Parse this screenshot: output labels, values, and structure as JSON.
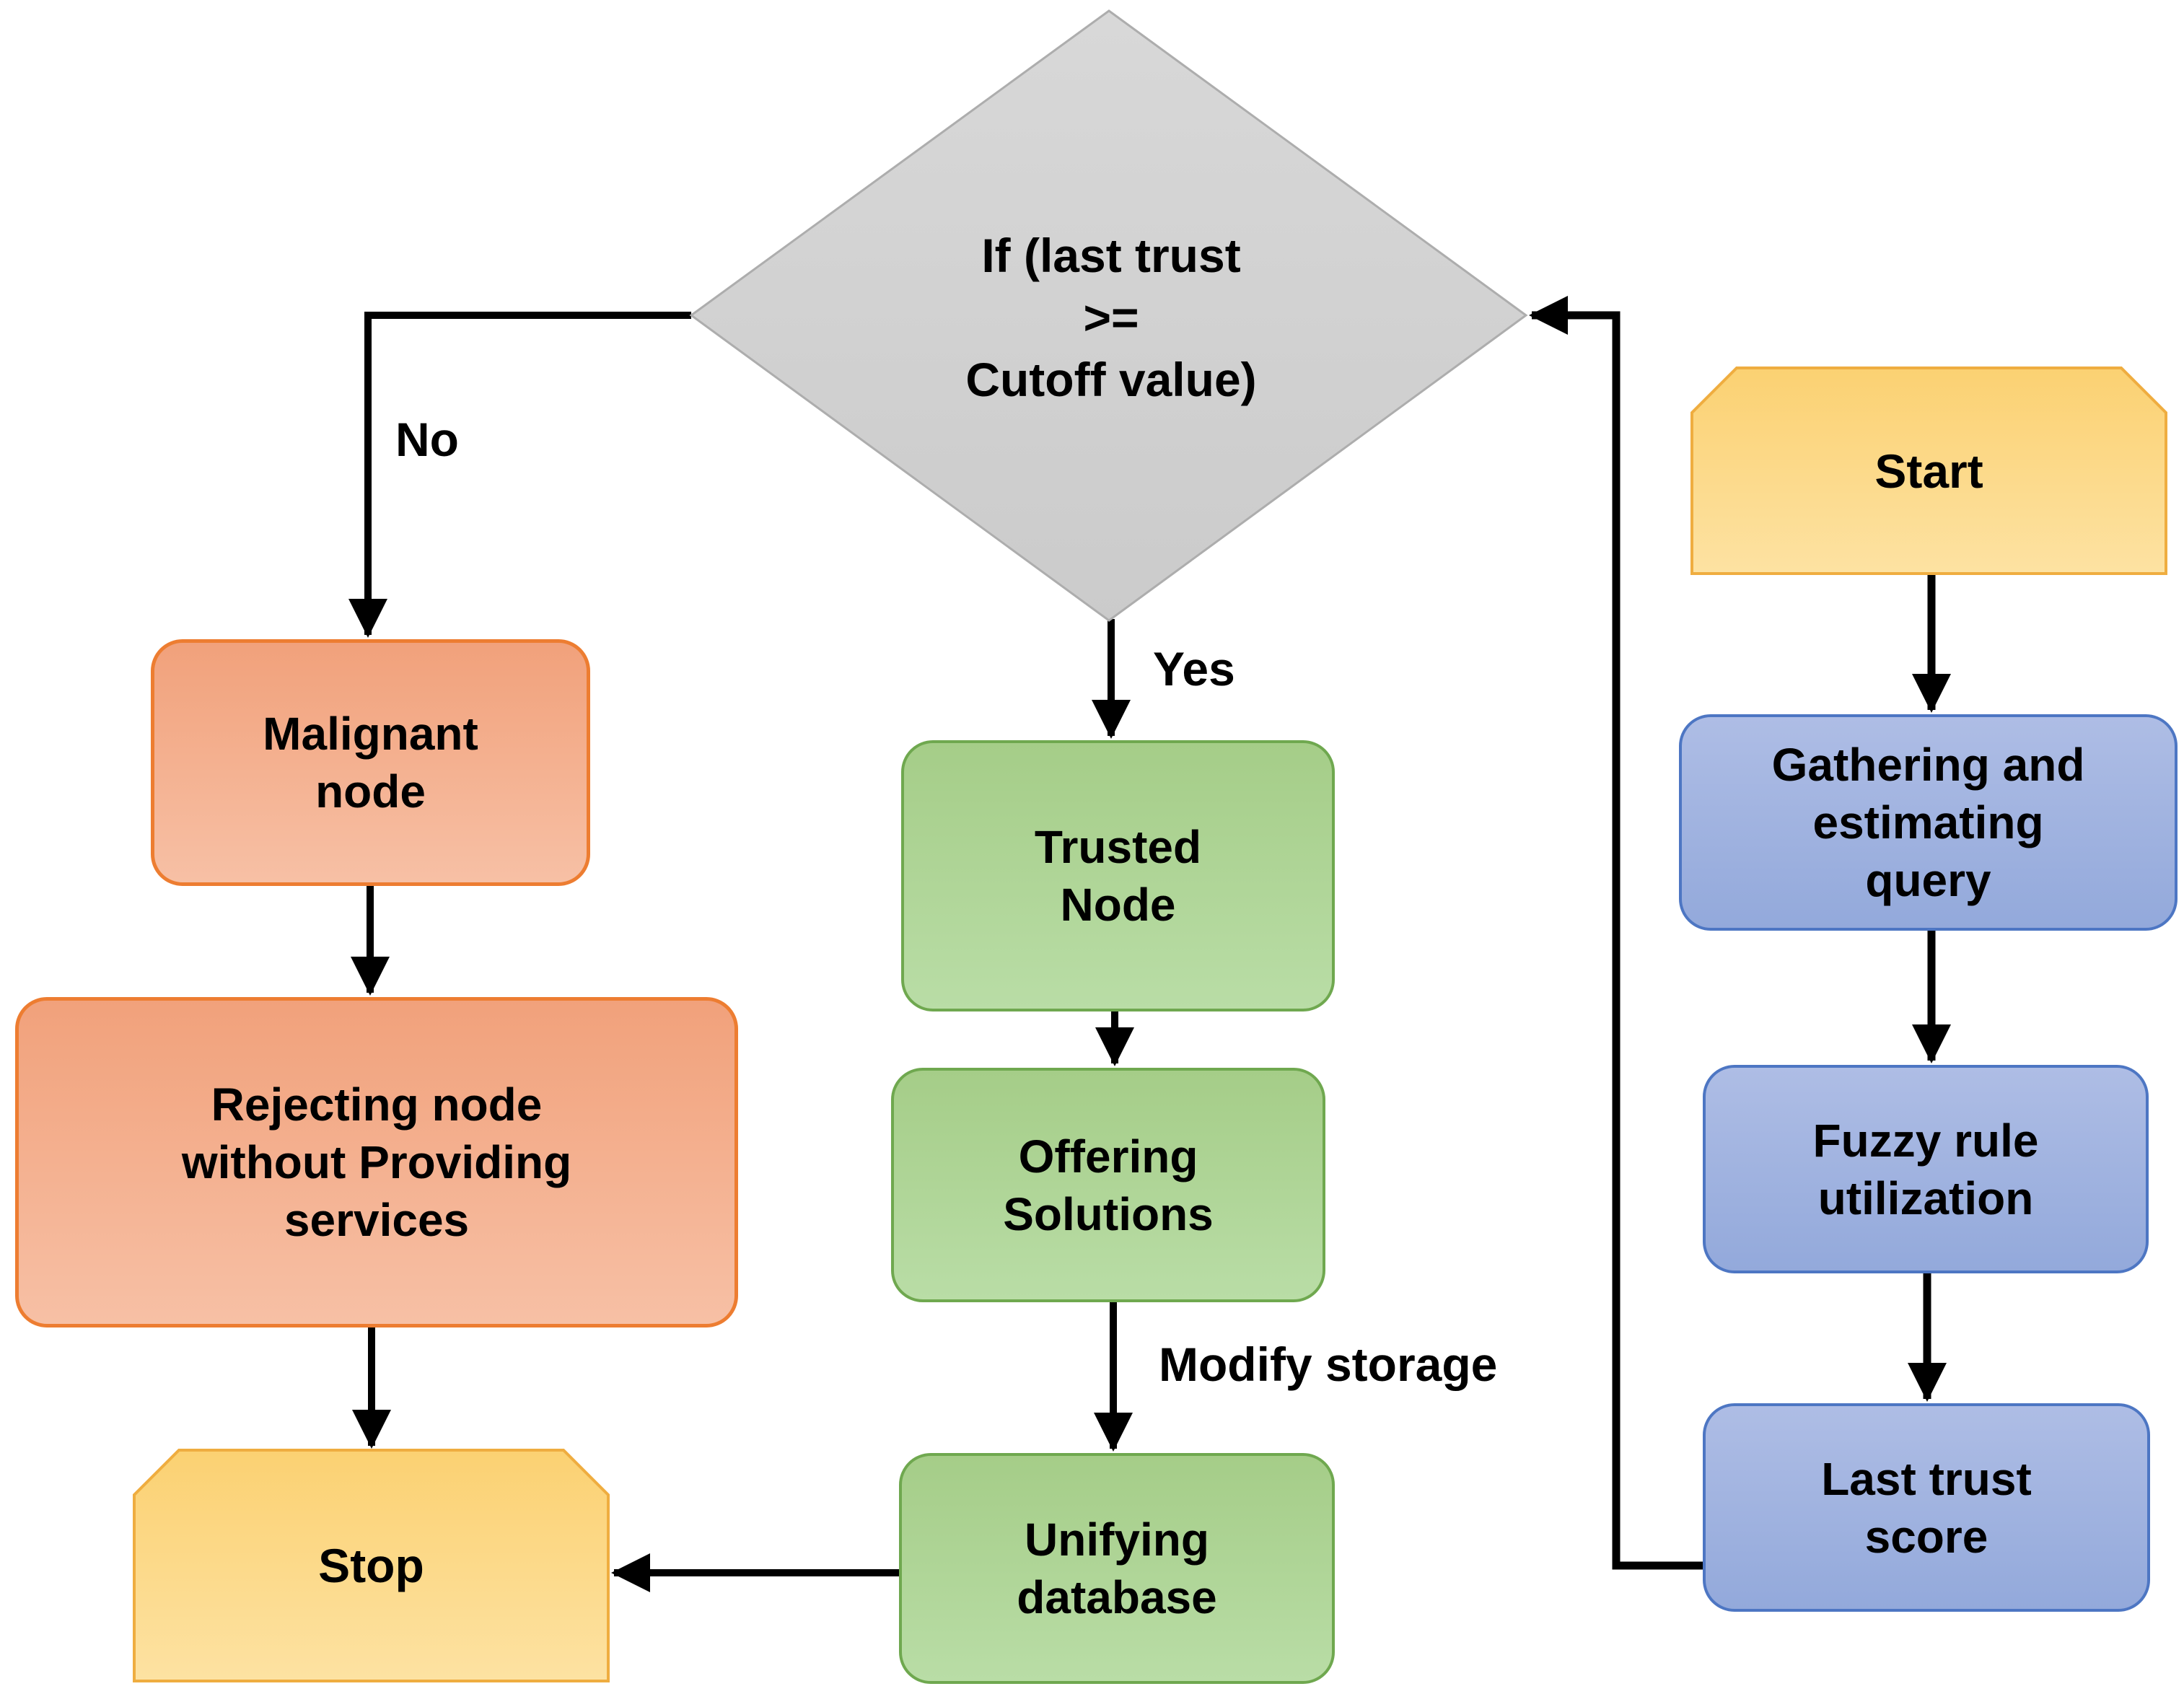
{
  "diagram": {
    "nodes": {
      "decision": "If (last trust\n>=\nCutoff value)",
      "malignant": "Malignant\nnode",
      "rejecting": "Rejecting node\nwithout Providing\nservices",
      "stop": "Stop",
      "trusted": "Trusted\nNode",
      "offering": "Offering\nSolutions",
      "unifying": "Unifying\ndatabase",
      "start": "Start",
      "gathering": "Gathering and\nestimating\nquery",
      "fuzzy": "Fuzzy rule\nutilization",
      "last_trust": "Last trust\nscore"
    },
    "edges": [
      {
        "from": "decision",
        "to": "malignant",
        "label": "No"
      },
      {
        "from": "malignant",
        "to": "rejecting",
        "label": ""
      },
      {
        "from": "rejecting",
        "to": "stop",
        "label": ""
      },
      {
        "from": "decision",
        "to": "trusted",
        "label": "Yes"
      },
      {
        "from": "trusted",
        "to": "offering",
        "label": ""
      },
      {
        "from": "offering",
        "to": "unifying",
        "label": "Modify storage"
      },
      {
        "from": "unifying",
        "to": "stop",
        "label": ""
      },
      {
        "from": "start",
        "to": "gathering",
        "label": ""
      },
      {
        "from": "gathering",
        "to": "fuzzy",
        "label": ""
      },
      {
        "from": "fuzzy",
        "to": "last_trust",
        "label": ""
      },
      {
        "from": "last_trust",
        "to": "decision",
        "label": ""
      }
    ],
    "colors": {
      "decision_fill": "#D2D2D2",
      "decision_border": "#ADADAD",
      "terminator_fill": "#FBD77E",
      "terminator_border": "#EFAD40",
      "malignant_fill": "#F4AF8F",
      "malignant_border": "#ED7D31",
      "process_fill": "#ABCF93",
      "process_border": "#6FA84F",
      "input_fill": "#A3B6E0",
      "input_border": "#4D76C3",
      "edge_color": "#000000",
      "background": "#FFFFFF"
    }
  }
}
